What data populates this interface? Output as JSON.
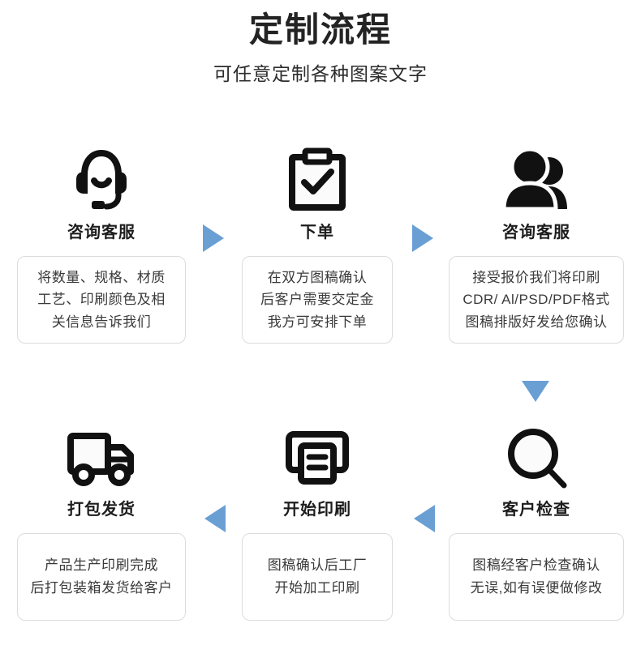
{
  "header": {
    "title": "定制流程",
    "subtitle": "可任意定制各种图案文字"
  },
  "colors": {
    "arrow": "#6a9fd4",
    "title_text": "#232323",
    "box_border": "#dcdcdc",
    "icon": "#111111"
  },
  "steps": [
    {
      "index": 1,
      "icon": "headset-icon",
      "label": "咨询客服",
      "lines": [
        "将数量、规格、材质",
        "工艺、印刷颜色及相",
        "关信息告诉我们"
      ]
    },
    {
      "index": 2,
      "icon": "clipboard-check-icon",
      "label": "下单",
      "lines": [
        "在双方图稿确认",
        "后客户需要交定金",
        "我方可安排下单"
      ]
    },
    {
      "index": 3,
      "icon": "two-people-icon",
      "label": "咨询客服",
      "lines": [
        "接受报价我们将印刷",
        "CDR/ Al/PSD/PDF格式",
        "图稿排版好发给您确认"
      ]
    },
    {
      "index": 4,
      "icon": "truck-icon",
      "label": "打包发货",
      "lines": [
        "产品生产印刷完成",
        "后打包装箱发货给客户"
      ]
    },
    {
      "index": 5,
      "icon": "printer-icon",
      "label": "开始印刷",
      "lines": [
        "图稿确认后工厂",
        "开始加工印刷"
      ]
    },
    {
      "index": 6,
      "icon": "magnifier-icon",
      "label": "客户检查",
      "lines": [
        "图稿经客户检查确认",
        "无误,如有误便做修改"
      ]
    }
  ],
  "arrows": [
    {
      "name": "arrow-step1-to-step2",
      "direction": "right"
    },
    {
      "name": "arrow-step2-to-step3",
      "direction": "right"
    },
    {
      "name": "arrow-step3-to-step4",
      "direction": "down"
    },
    {
      "name": "arrow-step5-to-step4",
      "direction": "left"
    },
    {
      "name": "arrow-step6-to-step5",
      "direction": "left"
    }
  ]
}
